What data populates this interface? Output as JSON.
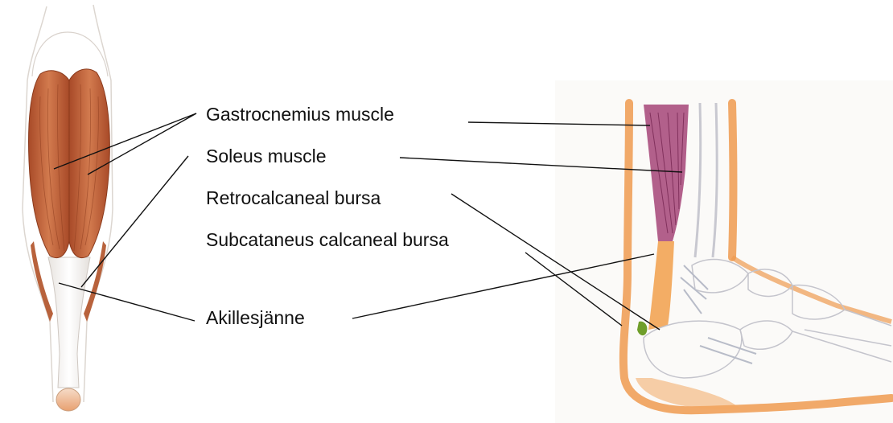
{
  "labels": {
    "gastrocnemius": "Gastrocnemius muscle",
    "soleus": "Soleus muscle",
    "retrocalcaneal": "Retrocalcaneal bursa",
    "subcutaneous": "Subcataneus calcaneal bursa",
    "achilles": "Akillesjänne"
  },
  "colors": {
    "muscle": "#c8673f",
    "muscle_dark": "#9c4524",
    "tendon_orange": "#f0a860",
    "soleus_purple": "#9b3a6b",
    "bursa_green": "#6a9a2a",
    "leader_line": "#111111"
  }
}
